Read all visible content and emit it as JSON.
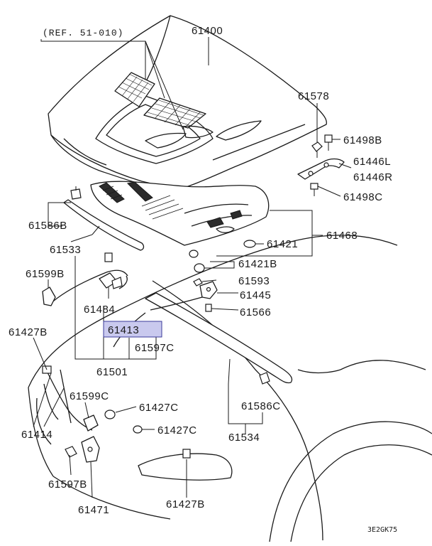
{
  "reference_note": "(REF. 51-010)",
  "diagram_code": "3E2GK75",
  "highlighted_part": "61413",
  "labels": {
    "p61400": "61400",
    "p61578": "61578",
    "p61498B": "61498B",
    "p61446L": "61446L",
    "p61446R": "61446R",
    "p61498C": "61498C",
    "p61586B": "61586B",
    "p61533": "61533",
    "p61468": "61468",
    "p61421": "61421",
    "p61421B": "61421B",
    "p61593": "61593",
    "p61445": "61445",
    "p61566": "61566",
    "p61599B": "61599B",
    "p61484": "61484",
    "p61413": "61413",
    "p61597C": "61597C",
    "p61427B_top": "61427B",
    "p61501": "61501",
    "p61599C": "61599C",
    "p61427C_a": "61427C",
    "p61427C_b": "61427C",
    "p61414": "61414",
    "p61586C": "61586C",
    "p61534": "61534",
    "p61597B": "61597B",
    "p61471": "61471",
    "p61427B_bot": "61427B"
  }
}
